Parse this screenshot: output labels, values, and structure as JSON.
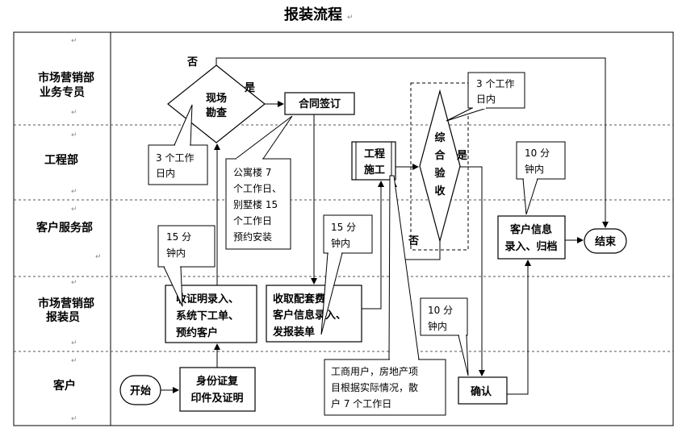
{
  "title": "报装流程",
  "lanes": [
    {
      "line1": "市场营销部",
      "line2": "业务专员"
    },
    {
      "line1": "工程部",
      "line2": ""
    },
    {
      "line1": "客户服务部",
      "line2": ""
    },
    {
      "line1": "市场营销部",
      "line2": "报装员"
    },
    {
      "line1": "客户",
      "line2": ""
    }
  ],
  "nodes": {
    "survey": [
      "现场",
      "勘查"
    ],
    "contract": "合同签订",
    "construction": [
      "工程",
      "施工"
    ],
    "acceptance": [
      "综",
      "合",
      "验",
      "收"
    ],
    "entry": [
      "客户信息",
      "录入、归档"
    ],
    "end": "结束",
    "receive": [
      "收证明录入、",
      "系统下工单、",
      "预约客户"
    ],
    "fee": [
      "收取配套费、",
      "客户信息录入、",
      "发报装单"
    ],
    "start": "开始",
    "idcard": [
      "身份证复",
      "印件及证明"
    ],
    "confirm": "确认"
  },
  "edge_labels": {
    "yes_survey": "是",
    "no_survey": "否",
    "yes_accept": "是",
    "no_accept": "否"
  },
  "callouts": {
    "survey_time": [
      "3 个工作",
      "日内"
    ],
    "contract_time": [
      "公寓楼 7",
      "个工作日、",
      "别墅楼 15",
      "个工作日",
      "预约安装"
    ],
    "accept_time": [
      "3 个工作",
      "日内"
    ],
    "entry_time": [
      "10 分",
      "钟内"
    ],
    "receive_time": [
      "15 分",
      "钟内"
    ],
    "fee_time": [
      "15 分",
      "钟内"
    ],
    "confirm_time": [
      "10 分",
      "钟内"
    ],
    "construction_time": [
      "工商用户，房地产项",
      "目根据实际情况，散",
      "户 7 个工作日"
    ]
  }
}
